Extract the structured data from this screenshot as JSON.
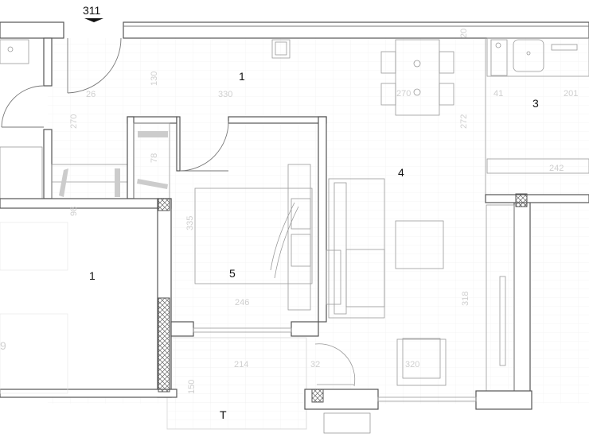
{
  "section_marker": "311",
  "rooms": {
    "hall": "1",
    "kitchen": "3",
    "living": "4",
    "bedroom": "5",
    "left_room": "1",
    "terrace": "T",
    "left_edge": "9"
  },
  "dimensions": {
    "d130": "130",
    "d26": "26",
    "d330": "330",
    "d270a": "270",
    "d78": "78",
    "d98": "98",
    "d335": "335",
    "d270b": "270",
    "d272": "272",
    "d41": "41",
    "d201": "201",
    "d242": "242",
    "d246": "246",
    "d214": "214",
    "d150": "150",
    "d318": "318",
    "d320": "320",
    "d32": "32",
    "d20": "20"
  }
}
